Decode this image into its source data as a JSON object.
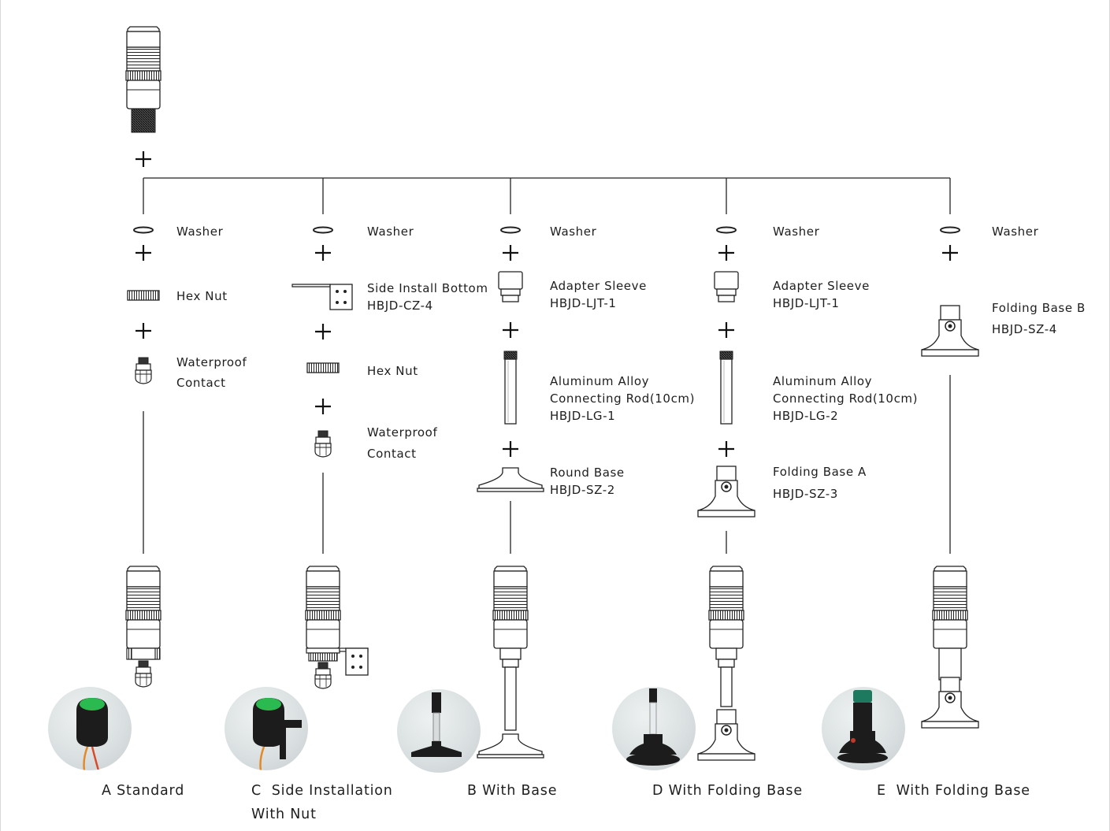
{
  "columns": [
    {
      "id": "a",
      "parts": [
        "Washer",
        "Hex Nut",
        "Waterproof\nContact"
      ],
      "caption": "A Standard"
    },
    {
      "id": "c",
      "parts": [
        "Washer",
        "Side Install Bottom\nHBJD-CZ-4",
        "Hex Nut",
        "Waterproof\nContact"
      ],
      "caption": "C  Side Installation\nWith Nut"
    },
    {
      "id": "b",
      "parts": [
        "Washer",
        "Adapter Sleeve\nHBJD-LJT-1",
        "Aluminum Alloy\nConnecting Rod(10cm)\nHBJD-LG-1",
        "Round Base\nHBJD-SZ-2"
      ],
      "caption": "B With Base"
    },
    {
      "id": "d",
      "parts": [
        "Washer",
        "Adapter Sleeve\nHBJD-LJT-1",
        "Aluminum Alloy\nConnecting Rod(10cm)\nHBJD-LG-2",
        "Folding Base A\nHBJD-SZ-3"
      ],
      "caption": "D With Folding Base"
    },
    {
      "id": "e",
      "parts": [
        "Washer",
        "Folding Base B\nHBJD-SZ-4"
      ],
      "caption": "E  With Folding Base"
    }
  ],
  "plus_symbol": "+",
  "colors": {
    "line": "#222222",
    "indicator_green": "#2ecc55",
    "wire_orange": "#e08a2a"
  },
  "icons": [
    "signal-light-icon",
    "washer-icon",
    "hex-nut-icon",
    "waterproof-contact-icon",
    "side-bracket-icon",
    "adapter-sleeve-icon",
    "connecting-rod-icon",
    "round-base-icon",
    "folding-base-icon",
    "product-photo"
  ]
}
